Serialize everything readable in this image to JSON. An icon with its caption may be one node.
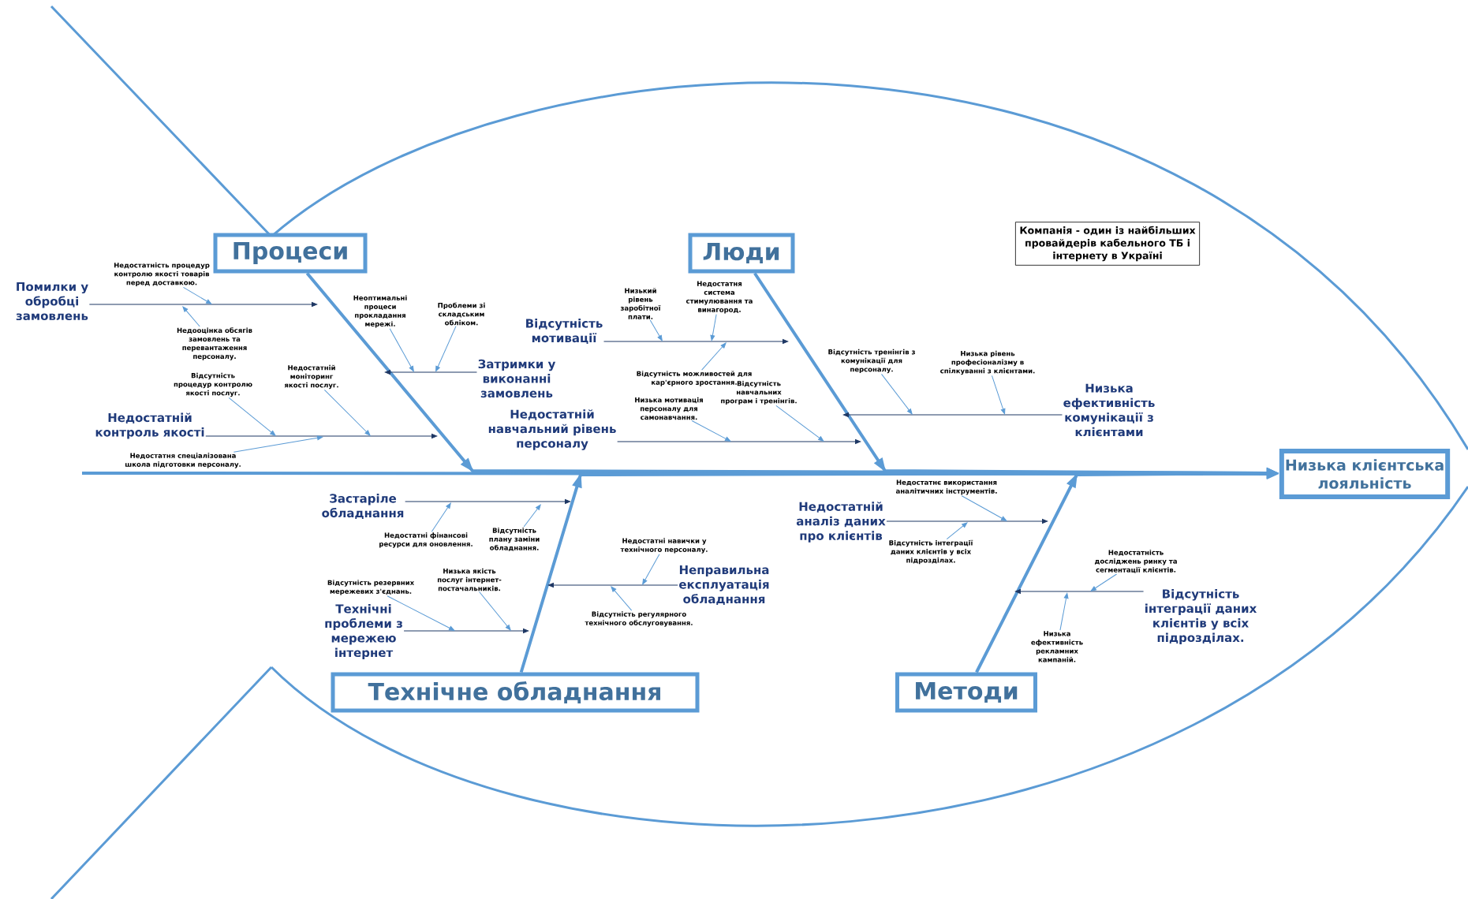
{
  "diagram": {
    "nodes": [
      {
        "text": [
          "Низька клієнтська лояльність"
        ]
      },
      {
        "text": [
          "Процеси"
        ]
      },
      {
        "text": [
          "Люди"
        ]
      },
      {
        "text": [
          "Технічне обладнання"
        ]
      },
      {
        "text": [
          "Методи"
        ]
      },
      {
        "text": [
          "Компанія - один із найбільших провайдерів кабельного ТБ і інтернету в Україні"
        ]
      },
      {
        "text": [
          "Помилки у обробці замовлень"
        ]
      },
      {
        "text": [
          "Затримки у виконанні замовлень"
        ]
      },
      {
        "text": [
          "Недостатній контроль якості"
        ]
      },
      {
        "text": [
          "Відсутність мотивації"
        ]
      },
      {
        "text": [
          "Недостатній навчальний рівень персоналу"
        ]
      },
      {
        "text": [
          "Низька ефективність комунікації з клієнтами"
        ]
      },
      {
        "text": [
          "Застаріле обладнання"
        ]
      },
      {
        "text": [
          "Технічні проблеми з мережею інтернет"
        ]
      },
      {
        "text": [
          "Неправильна експлуатація обладнання"
        ]
      },
      {
        "text": [
          "Недостатній аналіз даних про клієнтів"
        ]
      },
      {
        "text": [
          "Відсутність інтеграції даних клієнтів у всіх підрозділах."
        ]
      },
      {
        "text": [
          "Недостатність процедур контролю якості товарів перед доставкою."
        ]
      },
      {
        "text": [
          "Недооцінка обсягів замовлень та перевантаження персоналу."
        ]
      },
      {
        "text": [
          "Неоптимальні процеси прокладання мережі."
        ]
      },
      {
        "text": [
          "Проблеми зі складським обліком."
        ]
      },
      {
        "text": [
          "Відсутність процедур контролю якості послуг."
        ]
      },
      {
        "text": [
          "Недостатній моніторинг якості послуг."
        ]
      },
      {
        "text": [
          "Недостатня спеціалізована школа підготовки персоналу."
        ]
      },
      {
        "text": [
          "Низький рівень заробітної плати."
        ]
      },
      {
        "text": [
          "Недостатня система стимулювання та винагород."
        ]
      },
      {
        "text": [
          "Відсутність можливостей для кар'єрного зростання."
        ]
      },
      {
        "text": [
          "Низька мотивація персоналу для самонавчання."
        ]
      },
      {
        "text": [
          "Відсутність навчальних програм і тренінгів."
        ]
      },
      {
        "text": [
          "Відсутність тренінгів з комунікації для персоналу."
        ]
      },
      {
        "text": [
          "Низька рівень професіоналізму в спілкуванні з клієнтами."
        ]
      },
      {
        "text": [
          "Недостатні фінансові ресурси для оновлення."
        ]
      },
      {
        "text": [
          "Відсутність плану заміни обладнання."
        ]
      },
      {
        "text": [
          "Відсутність резервних мережевих з'єднань."
        ]
      },
      {
        "text": [
          "Низька якість послуг інтернет-постачальників."
        ]
      },
      {
        "text": [
          "Недостатні навички у технічного персоналу."
        ]
      },
      {
        "text": [
          "Відсутність регулярного технічного обслуговування."
        ]
      },
      {
        "text": [
          "Недостатнє використання аналітичних інструментів."
        ]
      },
      {
        "text": [
          "Відсутність інтеграції даних клієнтів у всіх підрозділах."
        ]
      },
      {
        "text": [
          "Недостатність досліджень ринку та сегментації клієнтів."
        ]
      },
      {
        "text": [
          "Низька ефективність рекламних кампаній."
        ]
      }
    ],
    "edges": [
      {
        "from": null,
        "to": 0,
        "arrow": "to",
        "style": "thick"
      },
      {
        "from": 1,
        "to": 0,
        "arrow": "to",
        "style": "thick"
      },
      {
        "from": 2,
        "to": 0,
        "arrow": "to",
        "style": "thick"
      },
      {
        "from": 3,
        "to": 0,
        "arrow": "to",
        "style": "thick"
      },
      {
        "from": 4,
        "to": 0,
        "arrow": "to",
        "style": "thick"
      },
      {
        "from": 6,
        "to": null,
        "arrow": "to",
        "color": "#1f3864"
      },
      {
        "from": 7,
        "to": null,
        "arrow": "to",
        "color": "#1f3864"
      },
      {
        "from": 8,
        "to": null,
        "arrow": "to",
        "color": "#1f3864"
      },
      {
        "from": 9,
        "to": null,
        "arrow": "to",
        "color": "#1f3864"
      },
      {
        "from": 10,
        "to": null,
        "arrow": "to",
        "color": "#1f3864"
      },
      {
        "from": 11,
        "to": null,
        "arrow": "to",
        "color": "#1f3864"
      },
      {
        "from": 12,
        "to": null,
        "arrow": "to",
        "color": "#1f3864"
      },
      {
        "from": 13,
        "to": null,
        "arrow": "to",
        "color": "#1f3864"
      },
      {
        "from": 14,
        "to": null,
        "arrow": "to",
        "color": "#1f3864"
      },
      {
        "from": 15,
        "to": null,
        "arrow": "to",
        "color": "#1f3864"
      },
      {
        "from": 16,
        "to": null,
        "arrow": "to",
        "color": "#1f3864"
      },
      {
        "from": 17,
        "to": null,
        "arrow": "to"
      },
      {
        "from": 18,
        "to": null,
        "arrow": "to"
      },
      {
        "from": 19,
        "to": null,
        "arrow": "to"
      },
      {
        "from": 20,
        "to": null,
        "arrow": "to"
      },
      {
        "from": 21,
        "to": null,
        "arrow": "to"
      },
      {
        "from": 22,
        "to": null,
        "arrow": "to"
      },
      {
        "from": 23,
        "to": null,
        "arrow": "to"
      },
      {
        "from": 24,
        "to": null,
        "arrow": "to"
      },
      {
        "from": 25,
        "to": null,
        "arrow": "to"
      },
      {
        "from": 26,
        "to": null,
        "arrow": "to"
      },
      {
        "from": 27,
        "to": null,
        "arrow": "to"
      },
      {
        "from": 28,
        "to": null,
        "arrow": "to"
      },
      {
        "from": 29,
        "to": null,
        "arrow": "to"
      },
      {
        "from": 30,
        "to": null,
        "arrow": "to"
      },
      {
        "from": 31,
        "to": null,
        "arrow": "to"
      },
      {
        "from": 32,
        "to": null,
        "arrow": "to"
      },
      {
        "from": 33,
        "to": null,
        "arrow": "to"
      },
      {
        "from": 34,
        "to": null,
        "arrow": "to"
      },
      {
        "from": 35,
        "to": null,
        "arrow": "to"
      },
      {
        "from": 36,
        "to": null,
        "arrow": "to"
      },
      {
        "from": 37,
        "to": null,
        "arrow": "to"
      },
      {
        "from": 38,
        "to": null,
        "arrow": "to"
      },
      {
        "from": 39,
        "to": null,
        "arrow": "to"
      },
      {
        "from": 40,
        "to": null,
        "arrow": "to"
      }
    ]
  }
}
